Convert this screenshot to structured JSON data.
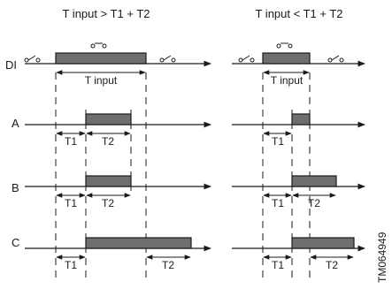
{
  "titles": {
    "left": "T input > T1 + T2",
    "right": "T input < T1 + T2"
  },
  "rows": {
    "di": "DI",
    "a": "A",
    "b": "B",
    "c": "C"
  },
  "dims": {
    "t_input": "T input",
    "t1": "T1",
    "t2": "T2"
  },
  "watermark": "TM064949",
  "icons": {
    "switch": "open-switch-icon"
  },
  "colors": {
    "pulse_fill": "#6e6e6e",
    "line": "#1a1a1a"
  }
}
